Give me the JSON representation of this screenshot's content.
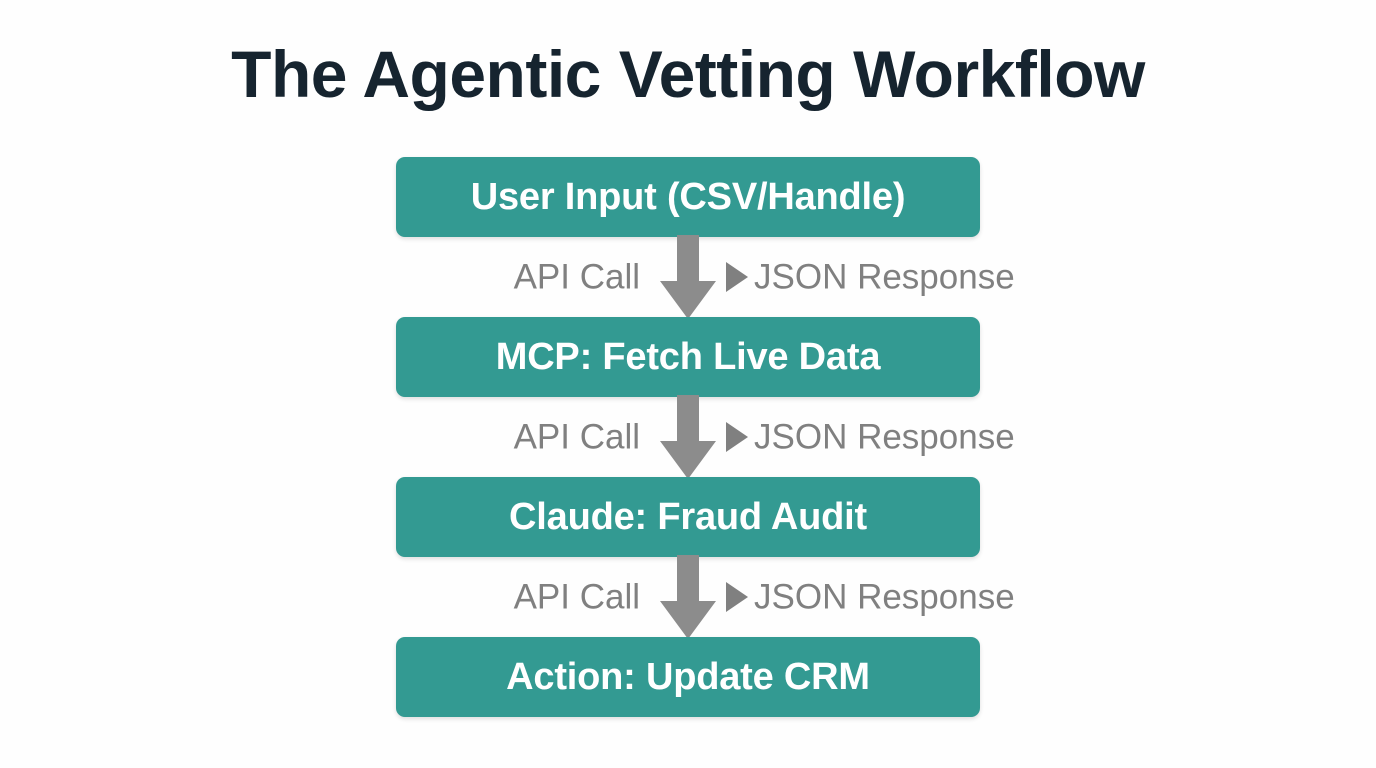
{
  "page": {
    "title": "The Agentic Vetting Workflow",
    "background_color": "#fefefe"
  },
  "theme": {
    "node_fill": "#339a92",
    "node_text": "#ffffff",
    "title_color": "#16242f",
    "connector_color": "#808080",
    "arrow_color": "#8c8c8c"
  },
  "diagram": {
    "type": "flowchart",
    "orientation": "vertical",
    "nodes": [
      {
        "id": "user-input",
        "label": "User Input (CSV/Handle)"
      },
      {
        "id": "mcp-fetch",
        "label": "MCP: Fetch Live Data"
      },
      {
        "id": "claude-audit",
        "label": "Claude: Fraud Audit"
      },
      {
        "id": "action-crm",
        "label": "Action: Update CRM"
      }
    ],
    "connectors": [
      {
        "id": "conn-1",
        "from": "user-input",
        "to": "mcp-fetch",
        "left_label": "API Call",
        "right_label": "JSON Response",
        "arrow_icon": "arrow-down-icon",
        "marker_icon": "triangle-right-icon"
      },
      {
        "id": "conn-2",
        "from": "mcp-fetch",
        "to": "claude-audit",
        "left_label": "API Call",
        "right_label": "JSON Response",
        "arrow_icon": "arrow-down-icon",
        "marker_icon": "triangle-right-icon"
      },
      {
        "id": "conn-3",
        "from": "claude-audit",
        "to": "action-crm",
        "left_label": "API Call",
        "right_label": "JSON Response",
        "arrow_icon": "arrow-down-icon",
        "marker_icon": "triangle-right-icon"
      }
    ]
  }
}
